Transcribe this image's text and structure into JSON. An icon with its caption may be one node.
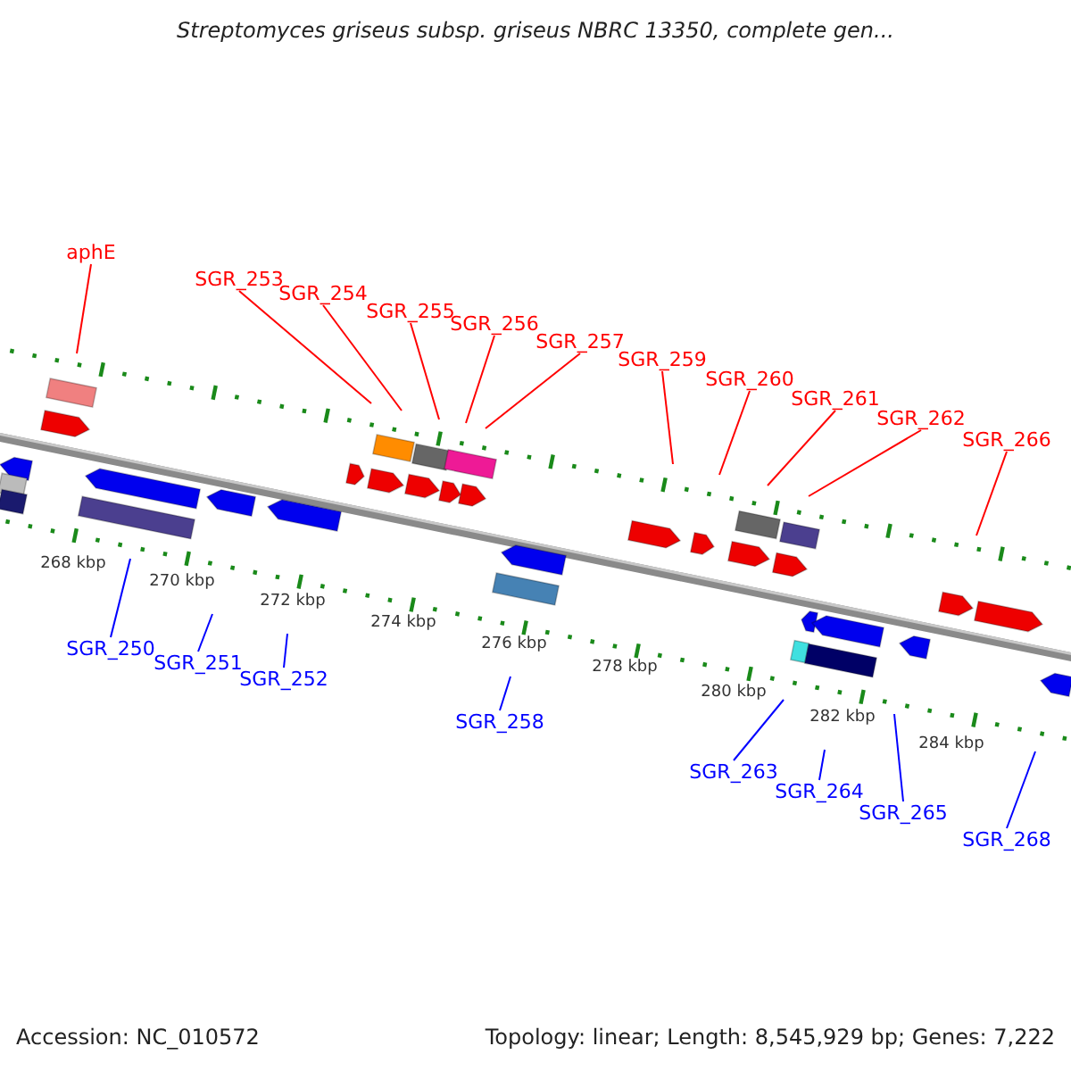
{
  "diagram": {
    "title": "Streptomyces griseus subsp. griseus NBRC 13350, complete gen...",
    "nodes": [
      {
        "text": [
          "aphE"
        ]
      },
      {
        "text": [
          "SGR_253"
        ]
      },
      {
        "text": [
          "SGR_254"
        ]
      },
      {
        "text": [
          "SGR_255"
        ]
      },
      {
        "text": [
          "SGR_256"
        ]
      },
      {
        "text": [
          "SGR_257"
        ]
      },
      {
        "text": [
          "SGR_259"
        ]
      },
      {
        "text": [
          "SGR_260"
        ]
      },
      {
        "text": [
          "SGR_261"
        ]
      },
      {
        "text": [
          "SGR_262"
        ]
      },
      {
        "text": [
          "SGR_266"
        ]
      },
      {
        "text": [
          "SGR_250"
        ]
      },
      {
        "text": [
          "SGR_251"
        ]
      },
      {
        "text": [
          "SGR_252"
        ]
      },
      {
        "text": [
          "SGR_258"
        ]
      },
      {
        "text": [
          "SGR_263"
        ]
      },
      {
        "text": [
          "SGR_264"
        ]
      },
      {
        "text": [
          "SGR_265"
        ]
      },
      {
        "text": [
          "SGR_268"
        ]
      }
    ],
    "edges": [
      {
        "from": 0,
        "to": null,
        "arrow": "none"
      },
      {
        "from": 1,
        "to": null,
        "arrow": "none"
      },
      {
        "from": 2,
        "to": null,
        "arrow": "none"
      },
      {
        "from": 3,
        "to": null,
        "arrow": "none"
      },
      {
        "from": 4,
        "to": null,
        "arrow": "none"
      },
      {
        "from": 5,
        "to": null,
        "arrow": "none"
      },
      {
        "from": 6,
        "to": null,
        "arrow": "none"
      },
      {
        "from": 7,
        "to": null,
        "arrow": "none"
      },
      {
        "from": 8,
        "to": null,
        "arrow": "none"
      },
      {
        "from": 9,
        "to": null,
        "arrow": "none"
      },
      {
        "from": 10,
        "to": null,
        "arrow": "none"
      },
      {
        "from": 11,
        "to": null,
        "arrow": "none",
        "color": "#0000ff"
      },
      {
        "from": 12,
        "to": null,
        "arrow": "none",
        "color": "#0000ff"
      },
      {
        "from": 13,
        "to": null,
        "arrow": "none",
        "color": "#0000ff"
      },
      {
        "from": 14,
        "to": null,
        "arrow": "none",
        "color": "#0000ff"
      },
      {
        "from": 15,
        "to": null,
        "arrow": "none",
        "color": "#0000ff"
      },
      {
        "from": 16,
        "to": null,
        "arrow": "none",
        "color": "#0000ff"
      },
      {
        "from": 17,
        "to": null,
        "arrow": "none",
        "color": "#0000ff"
      },
      {
        "from": 18,
        "to": null,
        "arrow": "none",
        "color": "#0000ff"
      }
    ],
    "labels": [
      "268 kbp",
      "270 kbp",
      "272 kbp",
      "274 kbp",
      "276 kbp",
      "278 kbp",
      "280 kbp",
      "282 kbp",
      "284 kbp",
      "Accession: NC_010572",
      "Topology: linear; Length: 8,545,929 bp; Genes: 7,222"
    ]
  }
}
